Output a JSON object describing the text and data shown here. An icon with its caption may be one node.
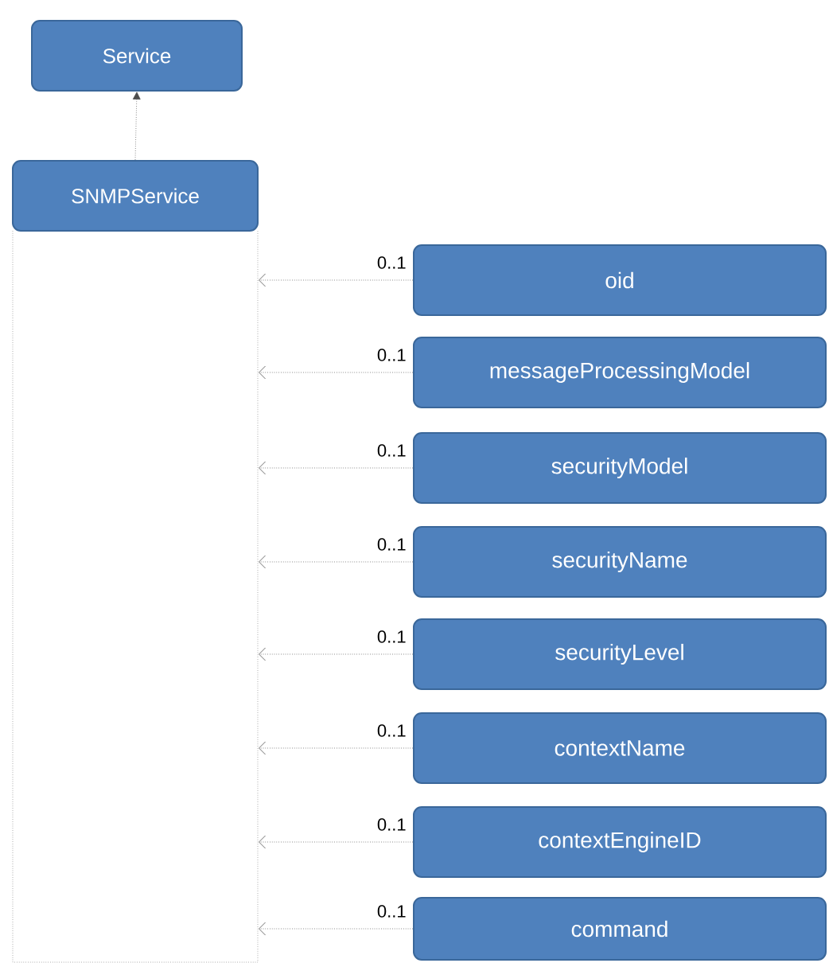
{
  "diagram": {
    "nodes": [
      {
        "text": [
          "Service"
        ]
      },
      {
        "text": [
          "SNMPService"
        ]
      },
      {
        "text": [
          "oid"
        ]
      },
      {
        "text": [
          "messageProcessingModel"
        ]
      },
      {
        "text": [
          "securityModel"
        ]
      },
      {
        "text": [
          "securityName"
        ]
      },
      {
        "text": [
          "securityLevel"
        ]
      },
      {
        "text": [
          "contextName"
        ]
      },
      {
        "text": [
          "contextEngineID"
        ]
      },
      {
        "text": [
          "command"
        ]
      }
    ],
    "edges": [
      {
        "from": 1,
        "to": 0,
        "arrow": "to",
        "style": "dashed"
      },
      {
        "from": 2,
        "to": 1,
        "arrow": "to",
        "style": "dashed",
        "label": "0..1"
      },
      {
        "from": 3,
        "to": 1,
        "arrow": "to",
        "style": "dashed",
        "label": "0..1"
      },
      {
        "from": 4,
        "to": 1,
        "arrow": "to",
        "style": "dashed",
        "label": "0..1"
      },
      {
        "from": 5,
        "to": 1,
        "arrow": "to",
        "style": "dashed",
        "label": "0..1"
      },
      {
        "from": 6,
        "to": 1,
        "arrow": "to",
        "style": "dashed",
        "label": "0..1"
      },
      {
        "from": 7,
        "to": 1,
        "arrow": "to",
        "style": "dashed",
        "label": "0..1"
      },
      {
        "from": 8,
        "to": 1,
        "arrow": "to",
        "style": "dashed",
        "label": "0..1"
      },
      {
        "from": 9,
        "to": 1,
        "arrow": "to",
        "style": "dashed",
        "label": "0..1"
      }
    ]
  }
}
